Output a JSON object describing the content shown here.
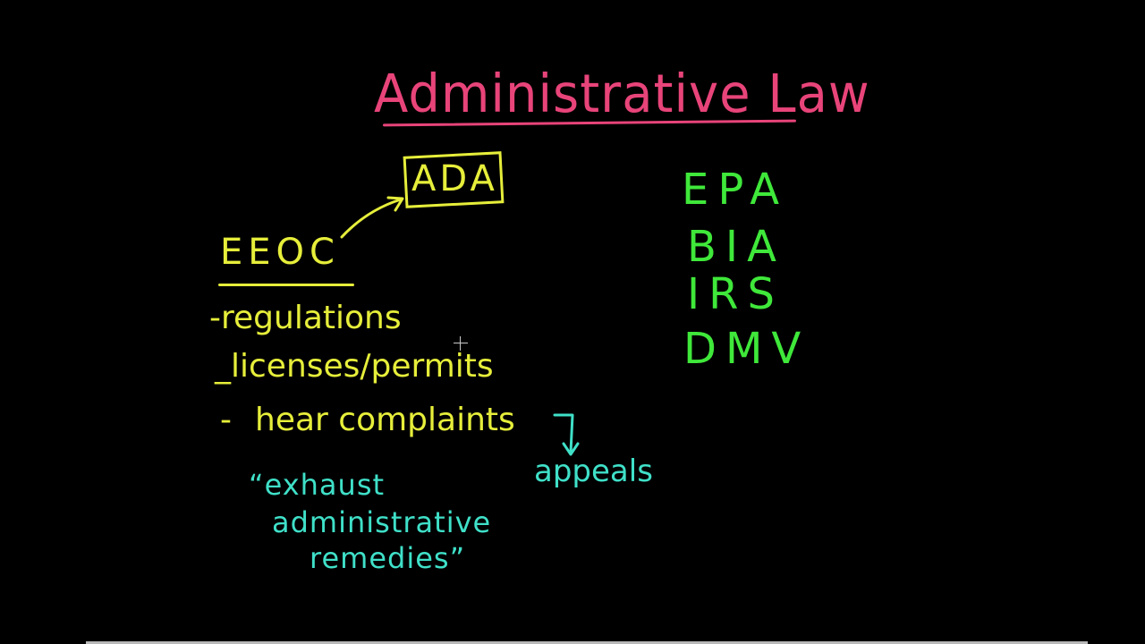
{
  "board": {
    "title": "Administrative Law",
    "ada_label": "ADA",
    "eeoc_label": "EEOC",
    "functions": [
      {
        "dash": "-",
        "label": "regulations"
      },
      {
        "dash": "_",
        "label": "licenses/permits"
      },
      {
        "dash": "-",
        "label": "hear complaints"
      }
    ],
    "agencies": [
      "EPA",
      "BIA",
      "IRS",
      "DMV"
    ],
    "appeals_label": "appeals",
    "quote_lines": [
      "“exhaust",
      "administrative",
      "remedies”"
    ]
  },
  "colors": {
    "background": "#000000",
    "title": "#e8447a",
    "eeoc_notes": "#e6ee3a",
    "agencies": "#3fe83a",
    "annotations": "#3fe0c8",
    "progress_bar": "#b8b8b8"
  },
  "icons": {
    "cursor": "crosshair-cursor-icon",
    "arrow_to_ada": "curved-arrow-icon",
    "arrow_to_appeals": "down-arrow-icon"
  }
}
